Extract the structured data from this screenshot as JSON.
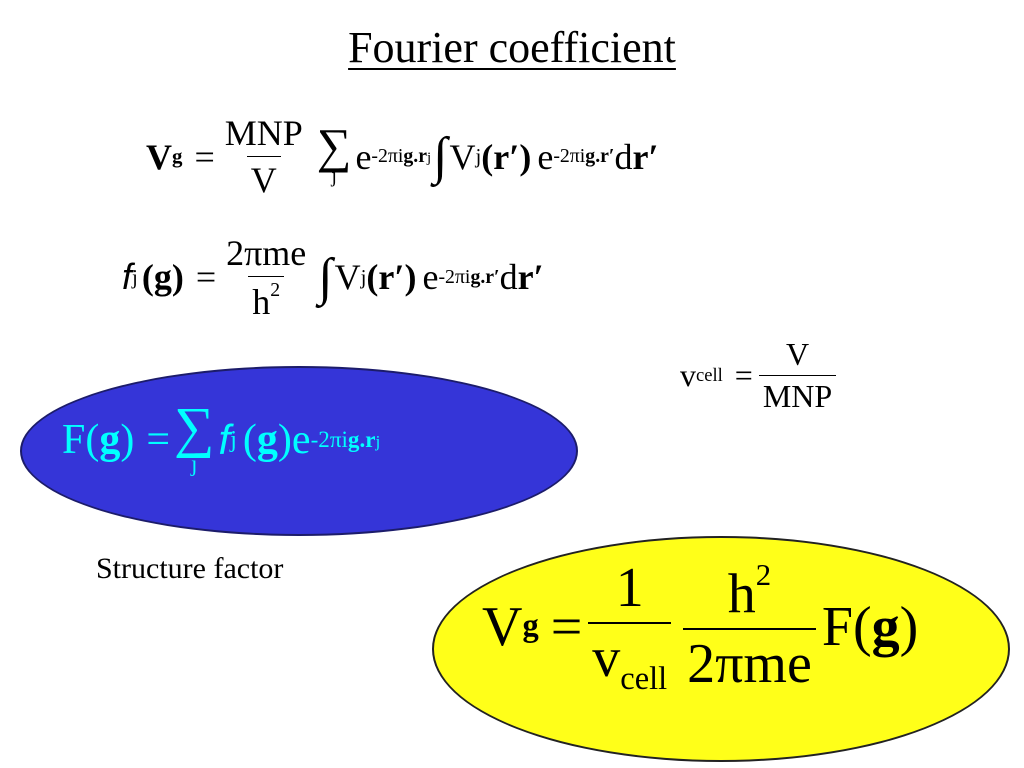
{
  "slide": {
    "title": "Fourier coefficient",
    "caption": "Structure factor",
    "eq1": {
      "lhs": "V",
      "lhs_sub": "g",
      "eq": "=",
      "frac_num": "MNP",
      "frac_den": "V",
      "sum": "∑",
      "sum_lim": "j",
      "e": "e",
      "exp1": "-2πi",
      "exp1_bold": "g.r",
      "exp1_sub": "j",
      "integral": "∫",
      "V": "V",
      "V_sub": "j",
      "arg": "(r′)",
      "e2": "e",
      "exp2": "-2πi",
      "exp2_bold": "g.r′",
      "d": "d",
      "d_bold": "r′"
    },
    "eq2": {
      "f": "f",
      "f_sub": "j",
      "arg": "(g)",
      "eq": "=",
      "frac_num": "2πme",
      "frac_den": "h",
      "frac_den_sup": "2",
      "integral": "∫",
      "V": "V",
      "V_sub": "j",
      "varg": "(r′)",
      "e": "e",
      "exp": "-2πi",
      "exp_bold": "g.r′",
      "d": "d",
      "d_bold": "r′"
    },
    "eq3": {
      "lhs": "v",
      "lhs_sub": "cell",
      "eq": "=",
      "frac_num": "V",
      "frac_den": "MNP"
    },
    "eq4": {
      "F": "F(",
      "F_bold": "g",
      "F_close": ")",
      "eq": "=",
      "sum": "∑",
      "sum_lim": "j",
      "f": "f",
      "f_sub": "j",
      "farg_open": "(",
      "farg_bold": "g",
      "farg_close": ")",
      "e": "e",
      "exp": "-2πi",
      "exp_bold": "g.r",
      "exp_sub": "j"
    },
    "eq5": {
      "lhs": "V",
      "lhs_sub": "g",
      "eq": "=",
      "frac1_num": "1",
      "frac1_den": "v",
      "frac1_den_sub": "cell",
      "frac2_num": "h",
      "frac2_num_sup": "2",
      "frac2_den": "2πme",
      "F": "F(",
      "F_bold": "g",
      "F_close": ")"
    },
    "colors": {
      "blue_ellipse": "#3535d8",
      "cyan_text": "#00ffff",
      "yellow_ellipse": "#ffff19"
    }
  }
}
